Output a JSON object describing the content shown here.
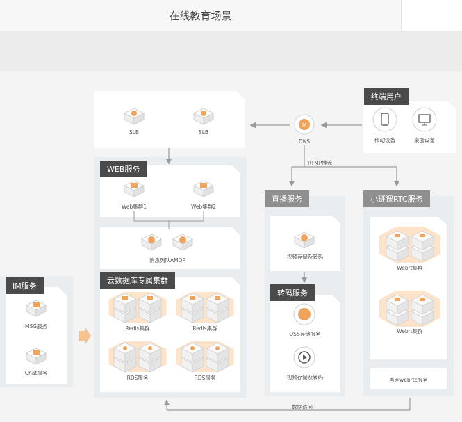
{
  "header": {
    "title": "在线教育场景"
  },
  "colors": {
    "accent": "#f0a35a",
    "accent_light": "#fde3c9",
    "dark_label": "#4a4a4a",
    "gray_label": "#8f8f8f"
  },
  "nodes": {
    "slb1": "SLB",
    "slb2": "SLB",
    "dns": "DNS",
    "terminal_users": "终端用户",
    "mobile": "移动设备",
    "desktop": "桌面设备",
    "rtmp": "RTMP推流",
    "web_service": "WEB服务",
    "web_cluster1": "Web集群1",
    "web_cluster2": "Web集群2",
    "mq": "消息列队AMQP",
    "db_cluster": "云数据库专属集群",
    "redis1": "Redis集群",
    "redis2": "Redis集群",
    "rds1": "RDS服务",
    "rds2": "RDS服务",
    "im_service": "IM服务",
    "msg": "MSG服务",
    "chat": "Chat服务",
    "live_service": "直播服务",
    "video_store": "视频存储及转码",
    "transcode_service": "转码服务",
    "oss": "OSS存储服务",
    "video_store2": "视频存储及转码",
    "rtc_service": "小班课RTC服务",
    "webrtc1": "Webrt集群",
    "webrtc2": "Webrt集群",
    "acoustic": "声网webrtc服务",
    "data_access": "数据访问"
  }
}
